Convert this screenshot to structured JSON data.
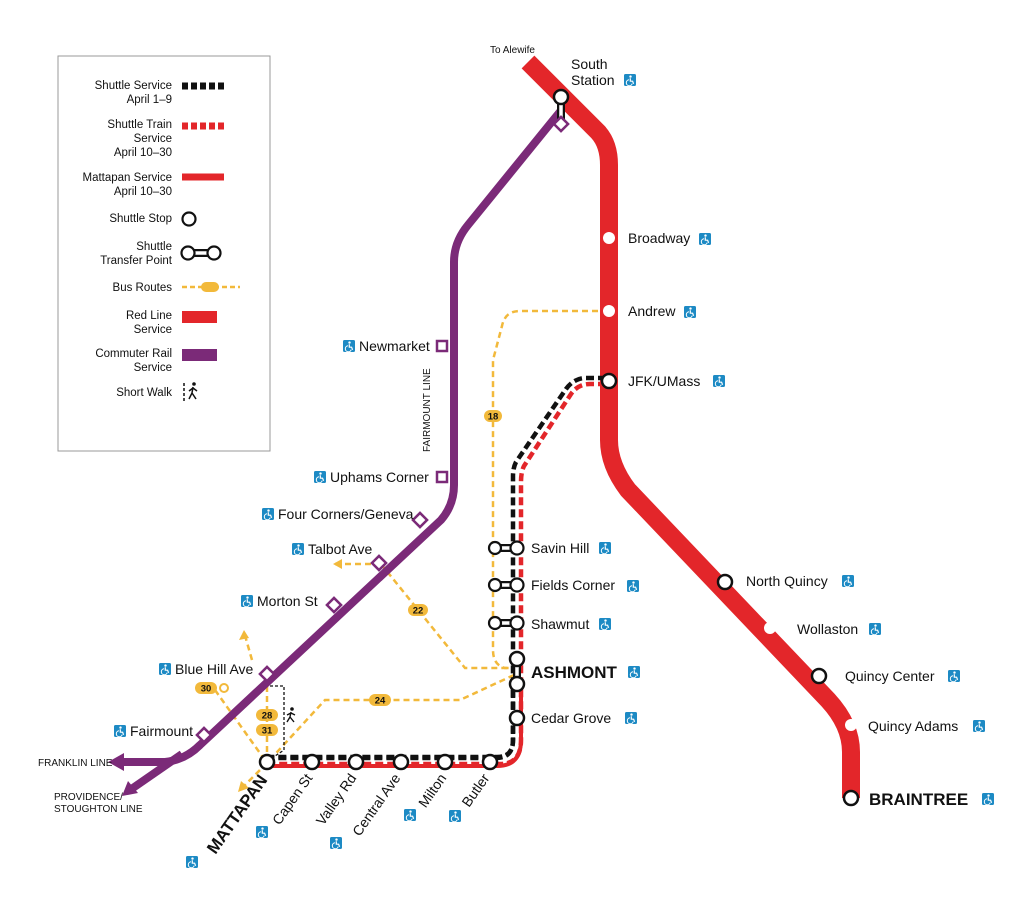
{
  "colors": {
    "red_line": "#e3262a",
    "commuter_rail": "#7b2a78",
    "bus": "#f2b93b",
    "shuttle": "#111111",
    "accessible": "#1d8ac4"
  },
  "legend": {
    "shuttle_service": "Shuttle Service",
    "shuttle_service_dates": "April 1–9",
    "shuttle_train_1": "Shuttle Train",
    "shuttle_train_2": "Service",
    "shuttle_train_dates": "April 10–30",
    "mattapan_1": "Mattapan Service",
    "mattapan_dates": "April 10–30",
    "shuttle_stop": "Shuttle Stop",
    "transfer_1": "Shuttle",
    "transfer_2": "Transfer Point",
    "bus_routes": "Bus Routes",
    "red_line_1": "Red Line",
    "red_line_2": "Service",
    "commuter_1": "Commuter Rail",
    "commuter_2": "Service",
    "short_walk": "Short Walk"
  },
  "lines": {
    "to_alewife": "To Alewife",
    "fairmount_line": "FAIRMOUNT LINE",
    "franklin_line": "FRANKLIN LINE",
    "providence_1": "PROVIDENCE/",
    "providence_2": "STOUGHTON LINE"
  },
  "red_line_stations": {
    "south_station_1": "South",
    "south_station_2": "Station",
    "broadway": "Broadway",
    "andrew": "Andrew",
    "jfk": "JFK/UMass",
    "north_quincy": "North Quincy",
    "wollaston": "Wollaston",
    "quincy_center": "Quincy Center",
    "quincy_adams": "Quincy Adams",
    "braintree": "BRAINTREE"
  },
  "ashmont_branch": {
    "savin_hill": "Savin Hill",
    "fields_corner": "Fields Corner",
    "shawmut": "Shawmut",
    "ashmont": "ASHMONT",
    "cedar_grove": "Cedar Grove"
  },
  "mattapan_line": {
    "butler": "Butler",
    "milton": "Milton",
    "central_ave": "Central Ave",
    "valley_rd": "Valley Rd",
    "capen_st": "Capen St",
    "mattapan": "MATTAPAN"
  },
  "commuter_stations": {
    "newmarket": "Newmarket",
    "uphams_corner": "Uphams Corner",
    "four_corners": "Four Corners/Geneva",
    "talbot_ave": "Talbot Ave",
    "morton_st": "Morton St",
    "blue_hill_ave": "Blue Hill Ave",
    "fairmount": "Fairmount"
  },
  "bus_routes": {
    "route_18": "18",
    "route_22": "22",
    "route_24": "24",
    "route_30": "30",
    "route_28": "28",
    "route_31": "31"
  }
}
